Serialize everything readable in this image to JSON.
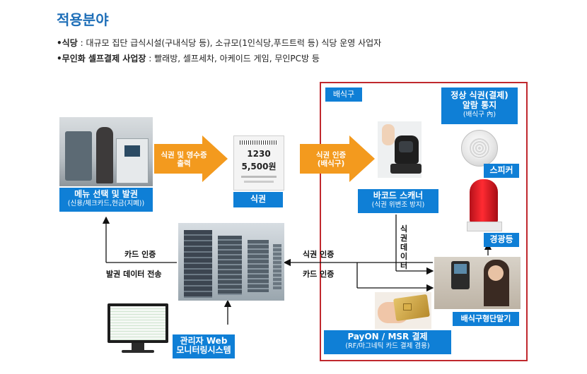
{
  "heading": "적용분야",
  "lines": [
    {
      "label": "•식당",
      "text": " : 대규모 집단 급식시설(구내식당 등), 소규모(1인식당,푸드트럭 등) 식당 운영 사업자"
    },
    {
      "label": "•무인화 셀프결제 사업장",
      "text": " : 빨래방, 셀프세차, 아케이드 게임, 무인PC방 등"
    }
  ],
  "region_label": "배식구",
  "boxes": {
    "menu": {
      "main": "메뉴 선택 및 발권",
      "sub": "(신용/체크카드,현금(지폐))"
    },
    "ticket": {
      "main": "식권"
    },
    "scanner": {
      "main": "바코드 스캐너",
      "sub": "(식권 위변조 방지)"
    },
    "alarm": {
      "main": "정상 식권(결제)",
      "main2": "알람 통지",
      "sub": "(배식구 內)"
    },
    "speaker": {
      "main": "스피커"
    },
    "lamp": {
      "main": "경광등"
    },
    "terminal": {
      "main": "배식구형단말기"
    },
    "payon": {
      "main": "PayON / MSR 결제",
      "sub": "(RF/마그네틱 카드 결제 겸용)"
    },
    "web": {
      "main": "관리자 Web",
      "main2": "모니터링시스템"
    }
  },
  "arrows": {
    "a1_line1": "식권 및 영수증",
    "a1_line2": "출력",
    "a2_line1": "식권 인증",
    "a2_line2": "(배식구)"
  },
  "flow": {
    "card_auth_left": "카드 인증",
    "issue_data": "발권 데이터 전송",
    "ticket_auth": "식권 인증",
    "card_auth_right": "카드 인증",
    "vertical": "식권데이터"
  },
  "ticket_print": {
    "number": "1230",
    "price": "5,500원"
  },
  "colors": {
    "accent_blue": "#0f7fd6",
    "arrow_orange": "#f39a1e",
    "frame_red": "#c0282d",
    "title_blue": "#1f6fb8"
  }
}
